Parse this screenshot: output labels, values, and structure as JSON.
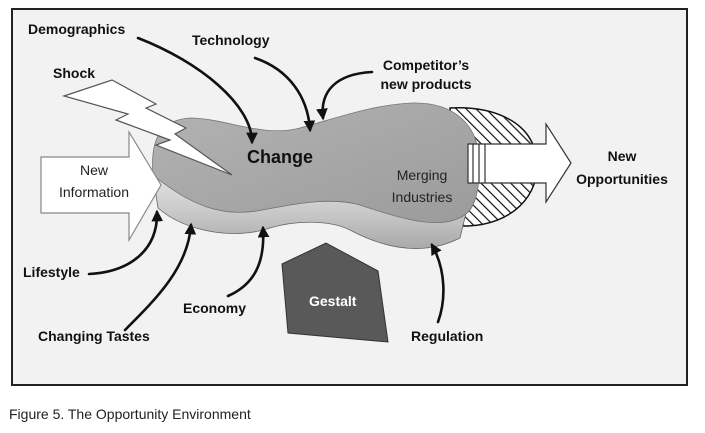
{
  "labels": {
    "demographics": "Demographics",
    "technology": "Technology",
    "shock": "Shock",
    "competitor_line1": "Competitor’s",
    "competitor_line2": "new products",
    "change": "Change",
    "new_information_line1": "New",
    "new_information_line2": "Information",
    "merging_line1": "Merging",
    "merging_line2": "Industries",
    "new_opportunities_line1": "New",
    "new_opportunities_line2": "Opportunities",
    "lifestyle": "Lifestyle",
    "economy": "Economy",
    "gestalt": "Gestalt",
    "changing_tastes": "Changing Tastes",
    "regulation": "Regulation"
  },
  "caption": "Figure 5. The Opportunity Environment",
  "colors": {
    "frame_fill": "#f2f2f2",
    "blob_top": "#a6a6a6",
    "blob_side": "#cfcfcf",
    "gestalt_fill": "#595959",
    "arrow_fill": "#ffffff",
    "stroke": "#111111"
  }
}
